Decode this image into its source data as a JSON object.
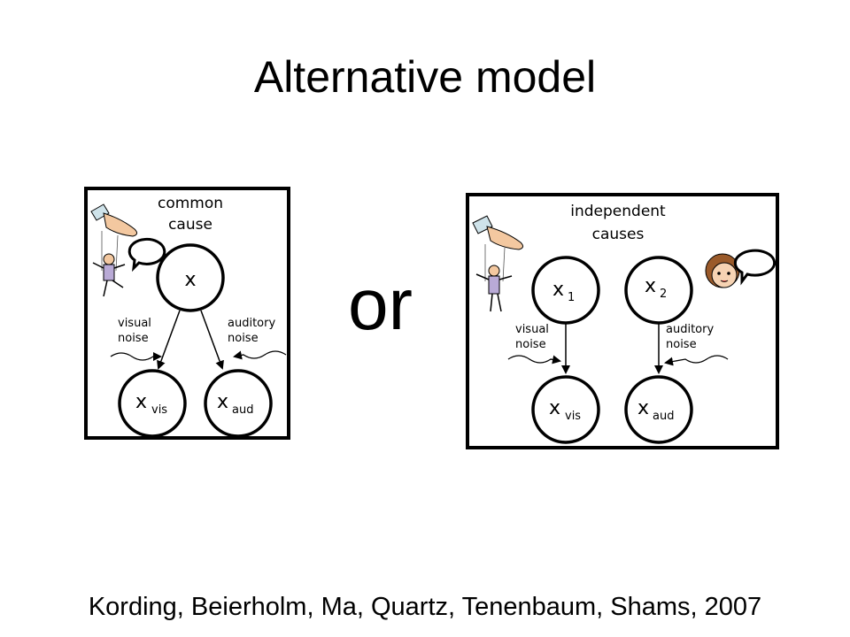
{
  "slide": {
    "title": "Alternative model",
    "connector": "or",
    "citation": "Kording, Beierholm, Ma, Quartz, Tenenbaum, Shams, 2007"
  },
  "common_panel": {
    "heading_line1": "common",
    "heading_line2": "cause",
    "source_node": "x",
    "visual_node_base": "x",
    "visual_node_sub": "vis",
    "auditory_node_base": "x",
    "auditory_node_sub": "aud",
    "visual_noise_line1": "visual",
    "visual_noise_line2": "noise",
    "auditory_noise_line1": "auditory",
    "auditory_noise_line2": "noise"
  },
  "independent_panel": {
    "heading_line1": "independent",
    "heading_line2": "causes",
    "source1_base": "x",
    "source1_sub": "1",
    "source2_base": "x",
    "source2_sub": "2",
    "visual_node_base": "x",
    "visual_node_sub": "vis",
    "auditory_node_base": "x",
    "auditory_node_sub": "aud",
    "visual_noise_line1": "visual",
    "visual_noise_line2": "noise",
    "auditory_noise_line1": "auditory",
    "auditory_noise_line2": "noise"
  }
}
